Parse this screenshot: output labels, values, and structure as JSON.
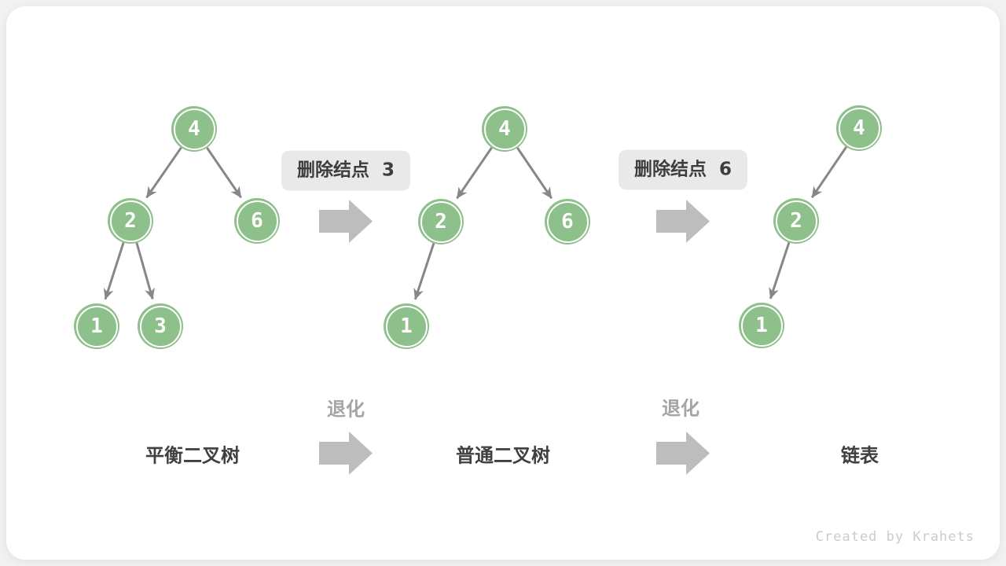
{
  "diagram": {
    "watermark": "Created by Krahets",
    "degradation_label": "退化",
    "steps": [
      {
        "label": "删除结点  3"
      },
      {
        "label": "删除结点  6"
      }
    ],
    "trees": [
      {
        "label": "平衡二叉树",
        "nodes": [
          {
            "value": "4"
          },
          {
            "value": "2"
          },
          {
            "value": "6"
          },
          {
            "value": "1"
          },
          {
            "value": "3"
          }
        ]
      },
      {
        "label": "普通二叉树",
        "nodes": [
          {
            "value": "4"
          },
          {
            "value": "2"
          },
          {
            "value": "6"
          },
          {
            "value": "1"
          }
        ]
      },
      {
        "label": "链表",
        "nodes": [
          {
            "value": "4"
          },
          {
            "value": "2"
          },
          {
            "value": "1"
          }
        ]
      }
    ],
    "colors": {
      "node_green": "#8DC08A",
      "edge_gray": "#878787",
      "block_arrow_gray": "#BDBDBD",
      "step_box_bg": "#E9E9E9",
      "dark_text": "#3D3D3D",
      "muted_text": "#A5A5A5",
      "watermark_text": "#CBCBCB"
    }
  }
}
